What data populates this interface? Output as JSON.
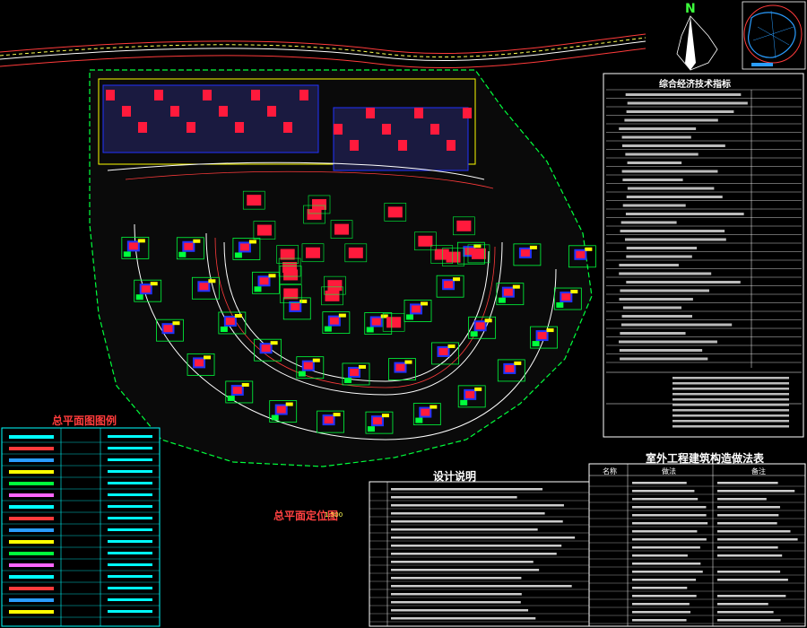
{
  "drawing": {
    "plan_title": "总平面定位图",
    "plan_scale": "1:500",
    "legend_title": "总平面图图例",
    "tech_table_title": "综合经济技术指标",
    "design_notes_title": "设计说明",
    "outdoor_table_title": "室外工程建筑构造做法表",
    "north_label": "N",
    "outdoor_headers": [
      "名称",
      "做法",
      "备注"
    ]
  },
  "colors": {
    "background": "#000000",
    "road": "#ffffff",
    "greenery": "#00ff3c",
    "building_fill": "#ff1a3c",
    "building_edge": "#2233ff",
    "highlight": "#ffff00",
    "table_line": "#ffffff",
    "legend_line": "#00ffff"
  }
}
